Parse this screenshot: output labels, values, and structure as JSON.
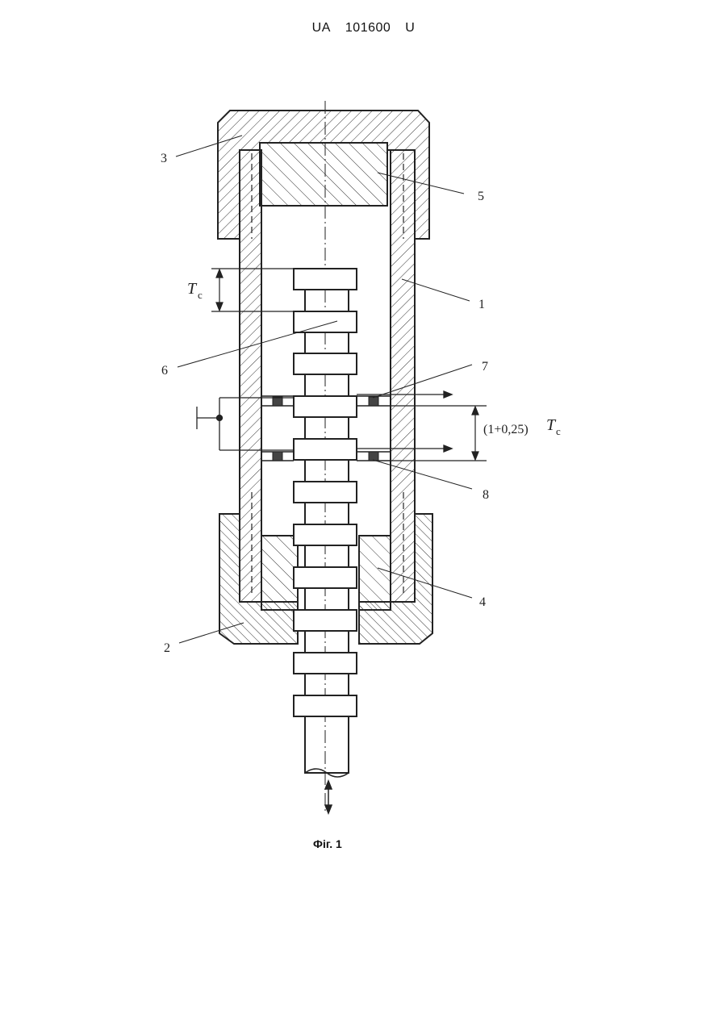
{
  "header": {
    "office": "UA",
    "number": "101600",
    "kind": "U"
  },
  "figure": {
    "caption": "Фіг. 1",
    "callouts": {
      "c1": "1",
      "c2": "2",
      "c3": "3",
      "c4": "4",
      "c5": "5",
      "c6": "6",
      "c7": "7",
      "c8": "8"
    },
    "dimension_Tc": {
      "symbol": "T",
      "subscript": "c"
    },
    "dimension_gap": {
      "factor": "(1+0,25)",
      "symbol": "T",
      "subscript": "c"
    }
  }
}
